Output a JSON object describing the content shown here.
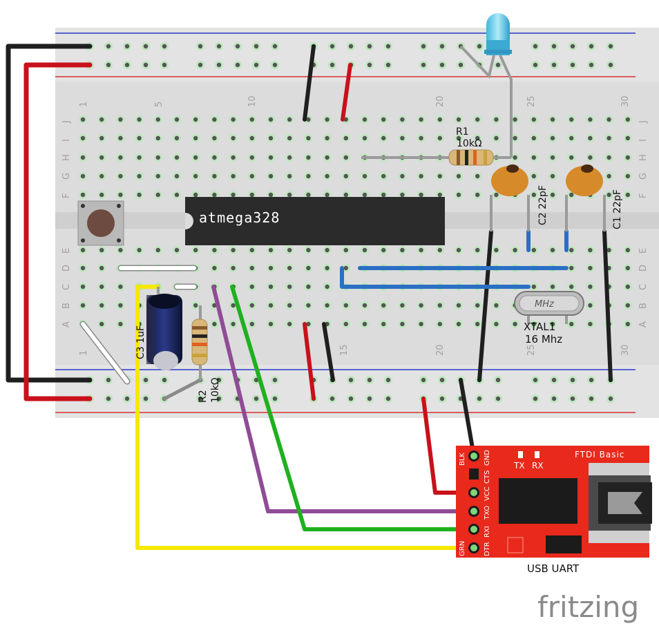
{
  "breadboard": {
    "columns_top": [
      "1",
      "5",
      "10",
      "20",
      "25",
      "30"
    ],
    "columns_bottom": [
      "1",
      "15",
      "20",
      "25",
      "30"
    ],
    "rows_top": [
      "J",
      "I",
      "H",
      "G",
      "F"
    ],
    "rows_bottom": [
      "E",
      "D",
      "C",
      "B",
      "A"
    ]
  },
  "chip": {
    "label": "atmega328"
  },
  "resistors": {
    "r1": {
      "name": "R1",
      "value": "10kΩ"
    },
    "r2": {
      "name": "R2",
      "value": "10kΩ"
    }
  },
  "capacitors": {
    "c1": {
      "label": "C1 22pF"
    },
    "c2": {
      "label": "C2 22pF"
    },
    "c3": {
      "label": "C3 1uF"
    }
  },
  "crystal": {
    "name": "XTAL1",
    "freq": "16 Mhz",
    "body_text": "MHz"
  },
  "ftdi": {
    "title": "FTDI Basic",
    "tx": "TX",
    "rx": "RX",
    "pins": [
      "BLK",
      "GND",
      "CTS",
      "VCC",
      "TXO",
      "RXI",
      "DTR",
      "GRN"
    ],
    "caption": "USB UART"
  },
  "brand": {
    "logo": "fritzing"
  },
  "colors": {
    "black_wire": "#1f1f1f",
    "red_wire": "#c8111b",
    "yellow_wire": "#f5e800",
    "purple_wire": "#8f4c95",
    "green_wire": "#1fb01f",
    "blue_wire": "#2a6fc4",
    "ftdi_board": "#e8291c",
    "led": "#5ed1f0"
  }
}
